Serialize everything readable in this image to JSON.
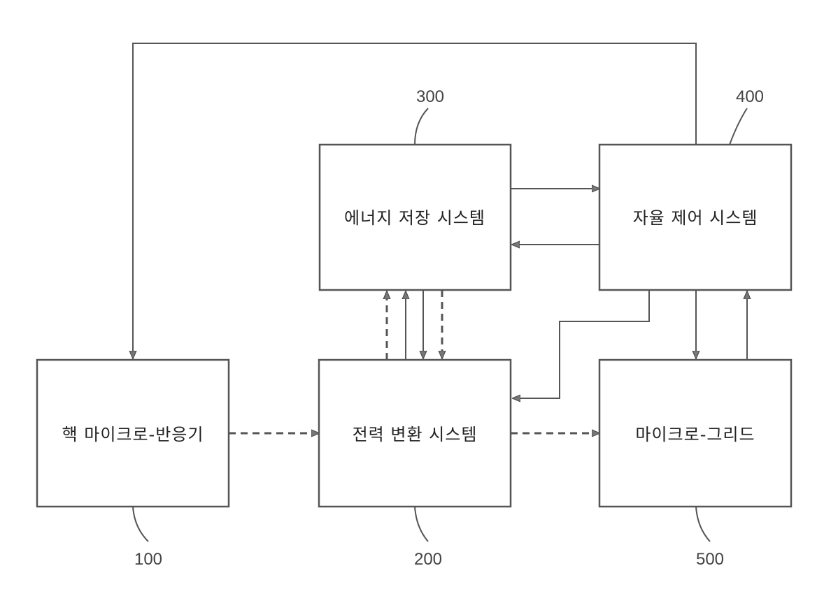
{
  "diagram": {
    "nodes": {
      "reactor": {
        "ref": "100",
        "label": "핵 마이크로-반응기"
      },
      "conversion": {
        "ref": "200",
        "label": "전력 변환 시스템"
      },
      "storage": {
        "ref": "300",
        "label": "에너지 저장 시스템"
      },
      "control": {
        "ref": "400",
        "label": "자율 제어 시스템"
      },
      "grid": {
        "ref": "500",
        "label": "마이크로-그리드"
      }
    },
    "edges": [
      {
        "from": "control",
        "to": "reactor",
        "style": "solid"
      },
      {
        "from": "storage",
        "to": "control",
        "style": "solid"
      },
      {
        "from": "control",
        "to": "storage",
        "style": "solid"
      },
      {
        "from": "control",
        "to": "conversion",
        "style": "solid"
      },
      {
        "from": "control",
        "to": "grid",
        "style": "solid"
      },
      {
        "from": "grid",
        "to": "control",
        "style": "solid"
      },
      {
        "from": "conversion",
        "to": "storage",
        "style": "solid"
      },
      {
        "from": "storage",
        "to": "conversion",
        "style": "solid"
      },
      {
        "from": "conversion",
        "to": "storage",
        "style": "dashed"
      },
      {
        "from": "storage",
        "to": "conversion",
        "style": "dashed"
      },
      {
        "from": "reactor",
        "to": "conversion",
        "style": "dashed"
      },
      {
        "from": "conversion",
        "to": "grid",
        "style": "dashed"
      }
    ]
  }
}
